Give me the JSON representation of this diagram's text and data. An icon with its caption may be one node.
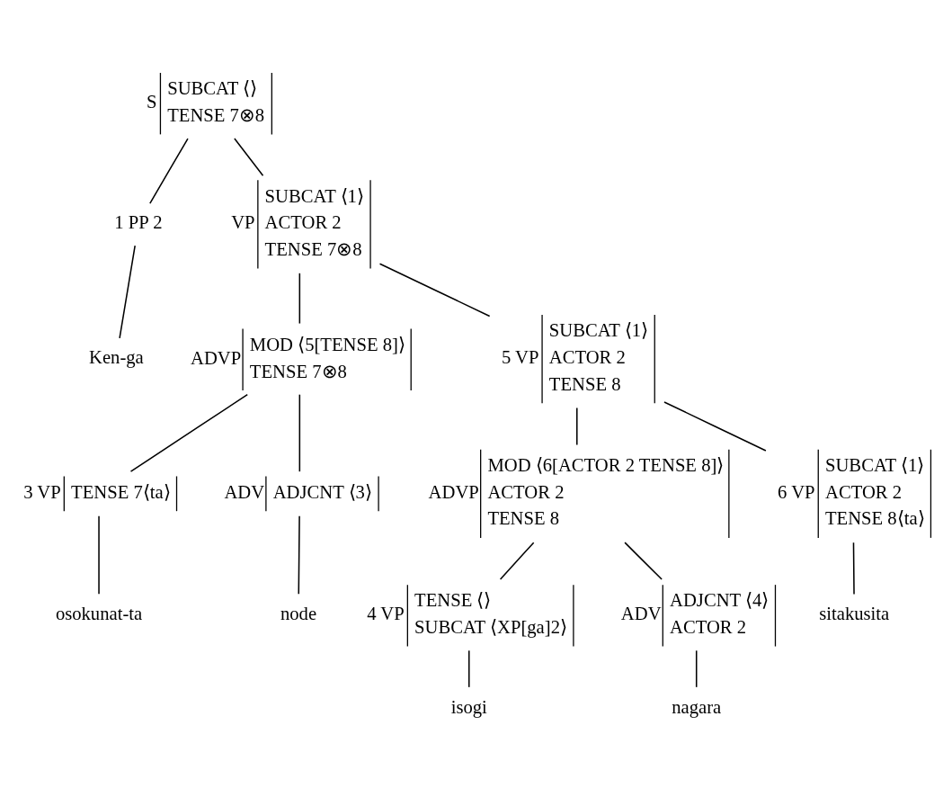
{
  "diagram": {
    "nodes": [
      {
        "text": [
          "S",
          "SUBCAT ⟨⟩",
          "TENSE 7⊗8"
        ]
      },
      {
        "text": [
          "1 PP 2"
        ]
      },
      {
        "text": [
          "Ken-ga"
        ]
      },
      {
        "text": [
          "VP",
          "SUBCAT ⟨1⟩",
          "ACTOR 2",
          "TENSE 7⊗8"
        ]
      },
      {
        "text": [
          "ADVP",
          "MOD ⟨5[TENSE 8]⟩",
          "TENSE 7⊗8"
        ]
      },
      {
        "text": [
          "5 VP",
          "SUBCAT ⟨1⟩",
          "ACTOR 2",
          "TENSE 8"
        ]
      },
      {
        "text": [
          "3 VP",
          "TENSE 7⟨ta⟩"
        ]
      },
      {
        "text": [
          "ADV",
          "ADJCNT ⟨3⟩"
        ]
      },
      {
        "text": [
          "osokunat-ta"
        ]
      },
      {
        "text": [
          "node"
        ]
      },
      {
        "text": [
          "ADVP",
          "MOD ⟨6[ACTOR 2 TENSE 8]⟩",
          "ACTOR 2",
          "TENSE 8"
        ]
      },
      {
        "text": [
          "6 VP",
          "SUBCAT ⟨1⟩",
          "ACTOR 2",
          "TENSE 8⟨ta⟩"
        ]
      },
      {
        "text": [
          "sitakusita"
        ]
      },
      {
        "text": [
          "4 VP",
          "TENSE ⟨⟩",
          "SUBCAT ⟨XP[ga]2⟩"
        ]
      },
      {
        "text": [
          "ADV",
          "ADJCNT ⟨4⟩",
          "ACTOR 2"
        ]
      },
      {
        "text": [
          "isogi"
        ]
      },
      {
        "text": [
          "nagara"
        ]
      }
    ],
    "edges": [
      {
        "from": 0,
        "to": 1,
        "arrow": "none"
      },
      {
        "from": 0,
        "to": 3,
        "arrow": "none"
      },
      {
        "from": 1,
        "to": 2,
        "arrow": "none"
      },
      {
        "from": 3,
        "to": 4,
        "arrow": "none"
      },
      {
        "from": 3,
        "to": 5,
        "arrow": "none"
      },
      {
        "from": 4,
        "to": 6,
        "arrow": "none"
      },
      {
        "from": 4,
        "to": 7,
        "arrow": "none"
      },
      {
        "from": 6,
        "to": 8,
        "arrow": "none"
      },
      {
        "from": 7,
        "to": 9,
        "arrow": "none"
      },
      {
        "from": 5,
        "to": 10,
        "arrow": "none"
      },
      {
        "from": 5,
        "to": 11,
        "arrow": "none"
      },
      {
        "from": 11,
        "to": 12,
        "arrow": "none"
      },
      {
        "from": 10,
        "to": 13,
        "arrow": "none"
      },
      {
        "from": 10,
        "to": 14,
        "arrow": "none"
      },
      {
        "from": 13,
        "to": 15,
        "arrow": "none"
      },
      {
        "from": 14,
        "to": 16,
        "arrow": "none"
      }
    ]
  }
}
